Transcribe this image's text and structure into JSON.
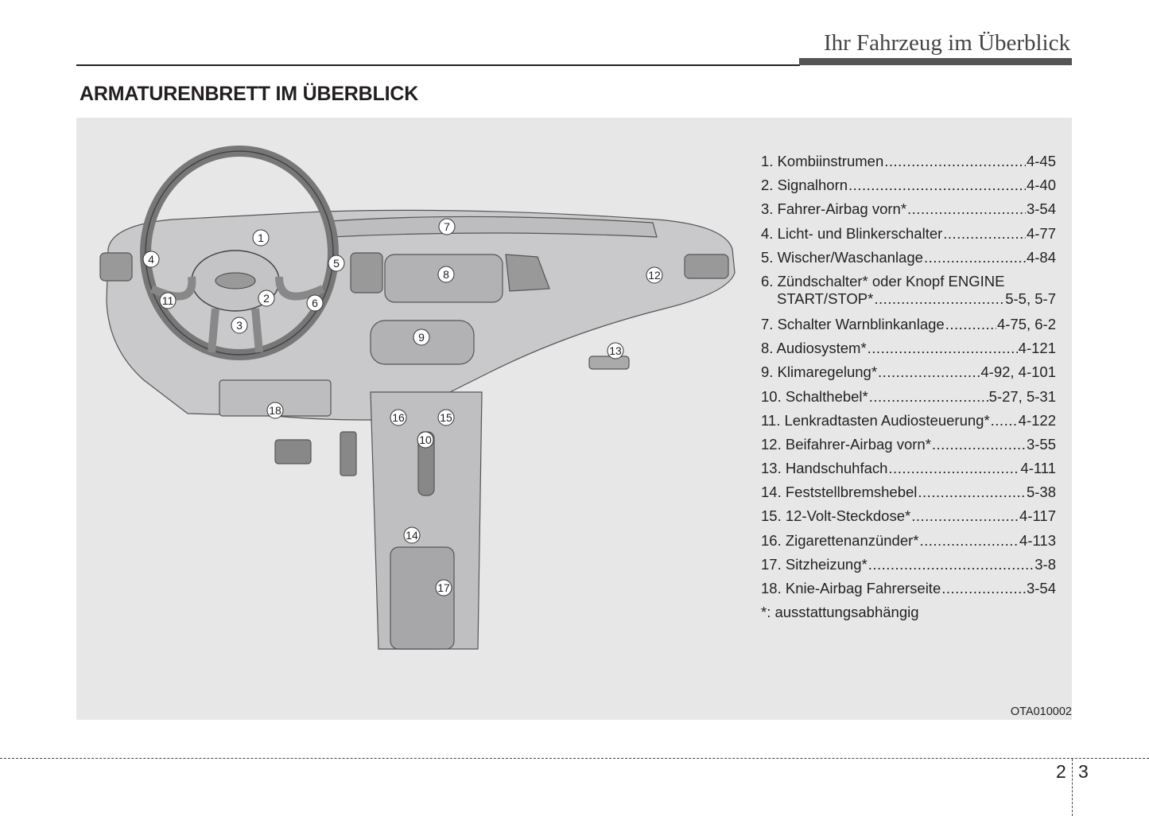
{
  "header": {
    "title": "Ihr Fahrzeug im Überblick"
  },
  "heading": "ARMATURENBRETT IM ÜBERBLICK",
  "callouts": [
    "1",
    "2",
    "3",
    "4",
    "5",
    "6",
    "7",
    "8",
    "9",
    "10",
    "11",
    "12",
    "13",
    "14",
    "15",
    "16",
    "17",
    "18"
  ],
  "items": [
    {
      "label": "1. Kombiinstrumen",
      "page": "4-45"
    },
    {
      "label": "2. Signalhorn",
      "page": "4-40"
    },
    {
      "label": "3. Fahrer-Airbag vorn*",
      "page": "3-54"
    },
    {
      "label": "4. Licht- und Blinkerschalter",
      "page": "4-77"
    },
    {
      "label": "5. Wischer/Waschanlage",
      "page": "4-84"
    },
    {
      "label": "6. Zündschalter* oder Knopf ENGINE",
      "label2": "START/STOP*",
      "page": "5-5, 5-7"
    },
    {
      "label": "7. Schalter Warnblinkanlage",
      "page": "4-75, 6-2"
    },
    {
      "label": "8. Audiosystem*",
      "page": "4-121"
    },
    {
      "label": "9. Klimaregelung*",
      "page": "4-92, 4-101"
    },
    {
      "label": "10. Schalthebel*",
      "page": "5-27, 5-31"
    },
    {
      "label": "11. Lenkradtasten Audiosteuerung*",
      "page": "4-122"
    },
    {
      "label": "12. Beifahrer-Airbag vorn*",
      "page": "3-55"
    },
    {
      "label": "13. Handschuhfach",
      "page": "4-111"
    },
    {
      "label": "14. Feststellbremshebel",
      "page": "5-38"
    },
    {
      "label": "15. 12-Volt-Steckdose*",
      "page": "4-117"
    },
    {
      "label": "16. Zigarettenanzünder*",
      "page": "4-113"
    },
    {
      "label": "17. Sitzheizung*",
      "page": "3-8"
    },
    {
      "label": "18. Knie-Airbag Fahrerseite",
      "page": "3-54"
    }
  ],
  "note": "*: ausstattungsabhängig",
  "figure_code": "OTA010002",
  "page_left": "2",
  "page_right": "3"
}
